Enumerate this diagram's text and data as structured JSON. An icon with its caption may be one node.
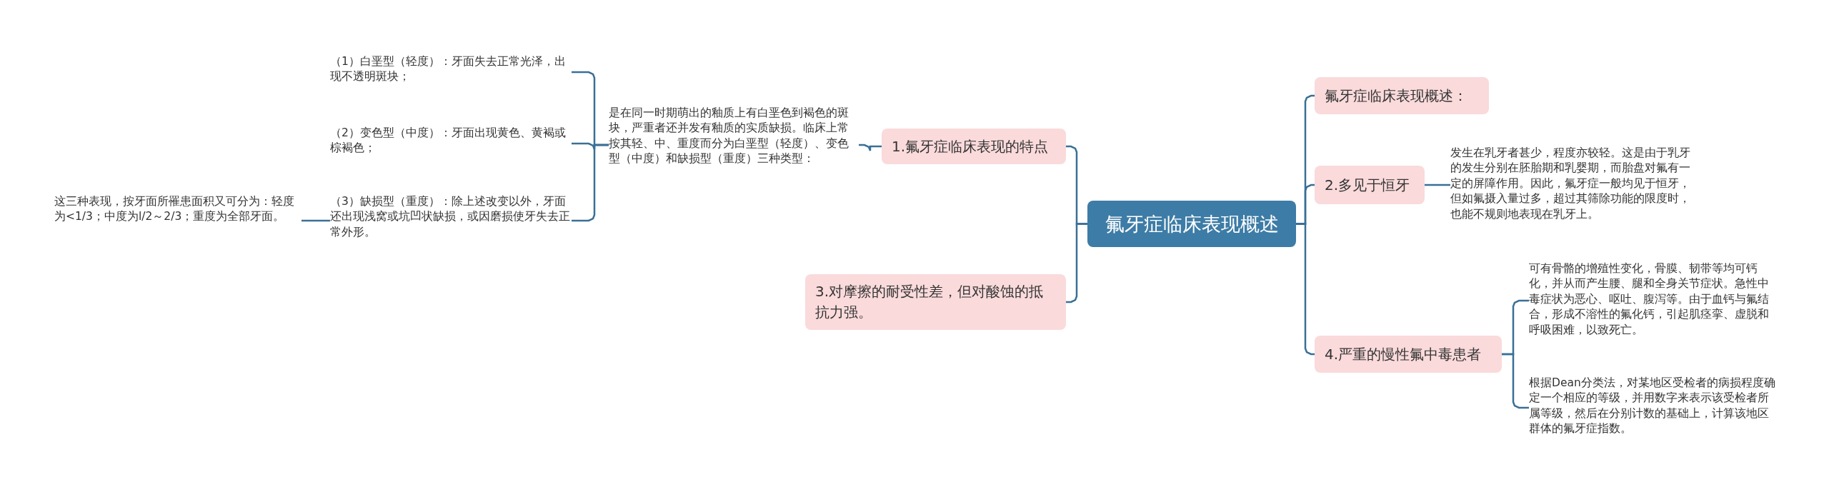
{
  "diagram": {
    "nodes": [
      {
        "text": [
          "氟牙症临床表现概述"
        ]
      },
      {
        "text": [
          "1.氟牙症临床表现的特点"
        ]
      },
      {
        "text": [
          "是在同一时期萌出的釉质上有白垩色到褐色的斑块，严重者还并发有釉质的实质缺损。临床上常按其轻、中、重度而分为白垩型（轻度）、变色型（中度）和缺损型（重度）三种类型："
        ]
      },
      {
        "text": [
          "（1）白垩型（轻度）：牙面失去正常光泽，出现不透明斑块；"
        ]
      },
      {
        "text": [
          "（2）变色型（中度）：牙面出现黄色、黄褐或棕褐色；"
        ]
      },
      {
        "text": [
          "（3）缺损型（重度）：除上述改变以外，牙面还出现浅窝或坑凹状缺损，或因磨损使牙失去正常外形。"
        ]
      },
      {
        "text": [
          "这三种表现，按牙面所罹患面积又可分为：轻度为<1/3；中度为l/2～2/3；重度为全部牙面。"
        ]
      },
      {
        "text": [
          "3.对摩擦的耐受性差，但对酸蚀的抵抗力强。"
        ]
      },
      {
        "text": [
          "氟牙症临床表现概述："
        ]
      },
      {
        "text": [
          "2.多见于恒牙"
        ]
      },
      {
        "text": [
          "发生在乳牙者甚少，程度亦较轻。这是由于乳牙的发生分别在胚胎期和乳婴期，而胎盘对氟有一定的屏障作用。因此，氟牙症一般均见于恒牙，但如氟摄入量过多，超过其筛除功能的限度时，也能不规则地表现在乳牙上。"
        ]
      },
      {
        "text": [
          "4.严重的慢性氟中毒患者"
        ]
      },
      {
        "text": [
          "可有骨骼的增殖性变化，骨膜、韧带等均可钙化，并从而产生腰、腿和全身关节症状。急性中毒症状为恶心、呕吐、腹泻等。由于血钙与氟结合，形成不溶性的氟化钙，引起肌痉挛、虚脱和呼吸困难，以致死亡。"
        ]
      },
      {
        "text": [
          "根据Dean分类法，对某地区受检者的病损程度确定一个相应的等级，并用数字来表示该受检者所属等级，然后在分别计数的基础上，计算该地区群体的氟牙症指数。"
        ]
      }
    ],
    "edges": [
      {
        "from": 0,
        "to": 1,
        "arrow": "none"
      },
      {
        "from": 0,
        "to": 7,
        "arrow": "none"
      },
      {
        "from": 0,
        "to": 8,
        "arrow": "none"
      },
      {
        "from": 0,
        "to": 9,
        "arrow": "none"
      },
      {
        "from": 0,
        "to": 11,
        "arrow": "none"
      },
      {
        "from": 1,
        "to": 2,
        "arrow": "none"
      },
      {
        "from": 2,
        "to": 3,
        "arrow": "none"
      },
      {
        "from": 2,
        "to": 4,
        "arrow": "none"
      },
      {
        "from": 2,
        "to": 5,
        "arrow": "none"
      },
      {
        "from": 5,
        "to": 6,
        "arrow": "none"
      },
      {
        "from": 9,
        "to": 10,
        "arrow": "none"
      },
      {
        "from": 11,
        "to": 12,
        "arrow": "none"
      },
      {
        "from": 11,
        "to": 13,
        "arrow": "none"
      }
    ]
  }
}
